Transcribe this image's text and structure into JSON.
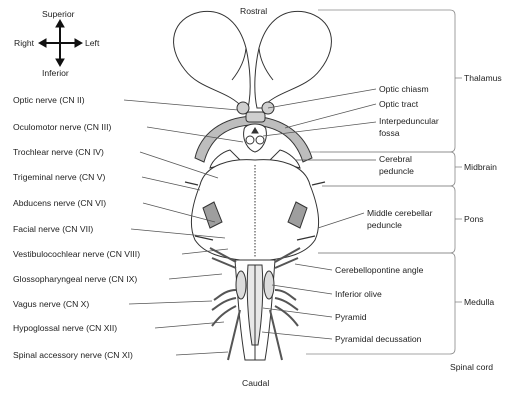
{
  "orientation": {
    "superior": "Superior",
    "inferior": "Inferior",
    "right": "Right",
    "left": "Left"
  },
  "top_label": "Rostral",
  "bottom_label": "Caudal",
  "left_labels": {
    "optic_nerve": "Optic nerve (CN II)",
    "oculomotor": "Oculomotor nerve (CN III)",
    "trochlear": "Trochlear nerve (CN IV)",
    "trigeminal": "Trigeminal nerve (CN V)",
    "abducens": "Abducens nerve (CN VI)",
    "facial": "Facial nerve (CN VII)",
    "vestibulocochlear": "Vestibulocochlear nerve (CN VIII)",
    "glossopharyngeal": "Glossopharyngeal nerve (CN IX)",
    "vagus": "Vagus nerve (CN X)",
    "hypoglossal": "Hypoglossal nerve (CN XII)",
    "spinal_accessory": "Spinal accessory nerve (CN XI)"
  },
  "right_labels": {
    "optic_chiasm": "Optic chiasm",
    "optic_tract": "Optic tract",
    "interpeduncular_1": "Interpeduncular",
    "interpeduncular_2": "fossa",
    "cerebral_peduncle_1": "Cerebral",
    "cerebral_peduncle_2": "peduncle",
    "middle_cerebellar_1": "Middle cerebellar",
    "middle_cerebellar_2": "peduncle",
    "cerebellopontine": "Cerebellopontine angle",
    "inferior_olive": "Inferior olive",
    "pyramid": "Pyramid",
    "pyramidal_decussation": "Pyramidal decussation"
  },
  "regions": {
    "thalamus": "Thalamus",
    "midbrain": "Midbrain",
    "pons": "Pons",
    "medulla": "Medulla",
    "spinal_cord": "Spinal cord"
  }
}
